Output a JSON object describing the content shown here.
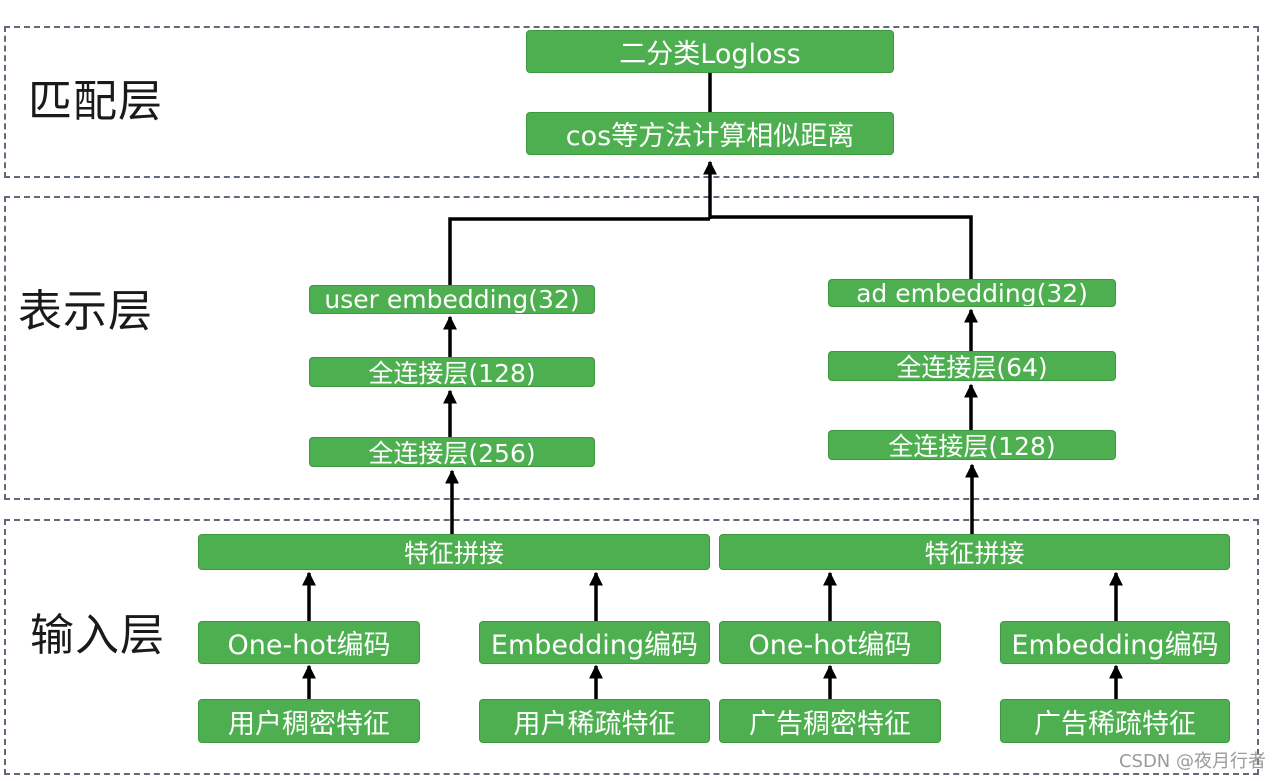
{
  "layers": {
    "match": "匹配层",
    "represent": "表示层",
    "input": "输入层"
  },
  "nodes": {
    "logloss": "二分类Logloss",
    "cos": "cos等方法计算相似距离",
    "user_embedding": "user embedding(32)",
    "user_fc128": "全连接层(128)",
    "user_fc256": "全连接层(256)",
    "ad_embedding": "ad embedding(32)",
    "ad_fc64": "全连接层(64)",
    "ad_fc128": "全连接层(128)",
    "user_concat": "特征拼接",
    "ad_concat": "特征拼接",
    "user_onehot": "One-hot编码",
    "user_embcode": "Embedding编码",
    "ad_onehot": "One-hot编码",
    "ad_embcode": "Embedding编码",
    "user_dense": "用户稠密特征",
    "user_sparse": "用户稀疏特征",
    "ad_dense": "广告稠密特征",
    "ad_sparse": "广告稀疏特征"
  },
  "watermark": "CSDN @夜月行者",
  "colors": {
    "node_fill": "#4daf4f",
    "node_text": "#ffffff",
    "arrow": "#000000",
    "frame": "#5f6b7a"
  }
}
